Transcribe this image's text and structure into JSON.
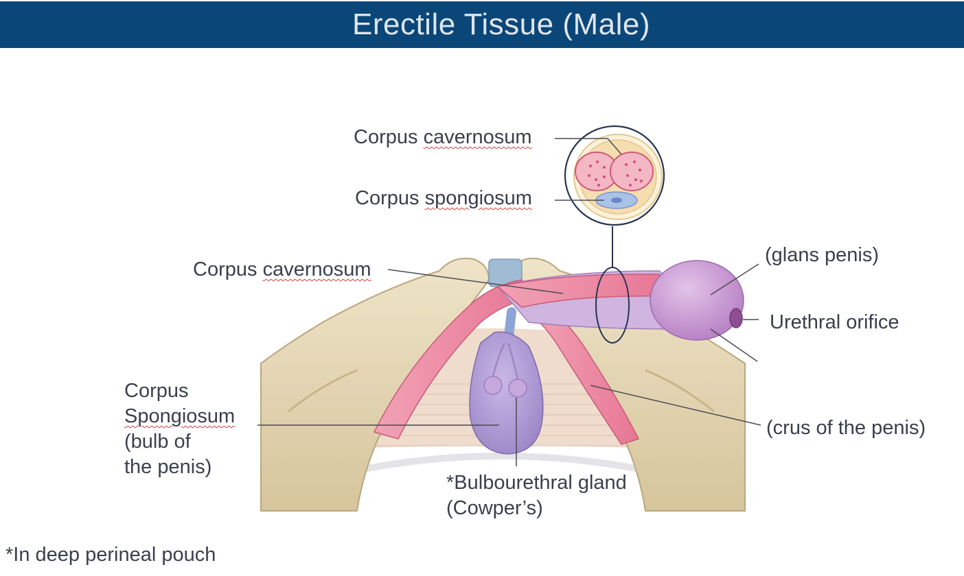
{
  "slide": {
    "title": "Erectile Tissue (Male)",
    "footnote": "*In deep perineal pouch"
  },
  "labels": {
    "corpus_cavernosum_cross_section": {
      "word1": "Corpus",
      "word2": "cavernosum"
    },
    "corpus_spongiosum_cross_section": {
      "word1": "Corpus",
      "word2": "spongiosum"
    },
    "corpus_cavernosum_main": {
      "word1": "Corpus",
      "word2": "cavernosum"
    },
    "glans_penis": "(glans penis)",
    "urethral_orifice": "Urethral orifice",
    "corpus_spongiosum_bulb": {
      "line1": "Corpus",
      "line2": "Spongiosum",
      "line3": "(bulb of",
      "line4": "the penis)"
    },
    "crus_of_penis": "(crus of the penis)",
    "bulbourethral_gland": {
      "line1": "*Bulbourethral gland",
      "line2": "(Cowper’s)"
    }
  },
  "colors": {
    "header_bg": "#0b4678",
    "header_text": "#dfe6ee",
    "label_text": "#3a3f4c",
    "bone": "#e9dcbc",
    "erectile_pink": "#ee8ca4",
    "glans_purple": "#c493cf",
    "spongiosum_purple": "#a08fcb"
  }
}
